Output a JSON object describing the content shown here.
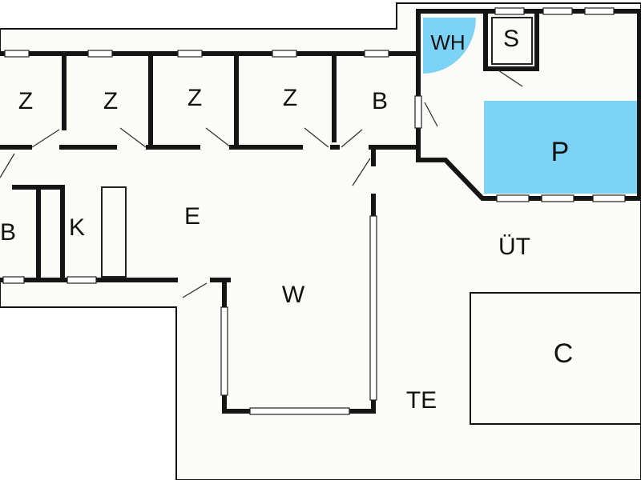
{
  "plan": {
    "colors": {
      "background": "#ffffff",
      "floor": "#fbfcf7",
      "wall": "#151515",
      "water": "#7dd3f5"
    },
    "rooms": {
      "bedroom_1": "Z",
      "bedroom_2": "Z",
      "bedroom_3": "Z",
      "bedroom_4": "Z",
      "bath_top": "B",
      "whirlpool": "WH",
      "sauna": "S",
      "pool": "P",
      "bath_left": "B",
      "kitchen": "K",
      "living": "E",
      "winter_garden": "W",
      "outdoor": "ÜT",
      "carport": "C",
      "terrace": "TE"
    }
  }
}
